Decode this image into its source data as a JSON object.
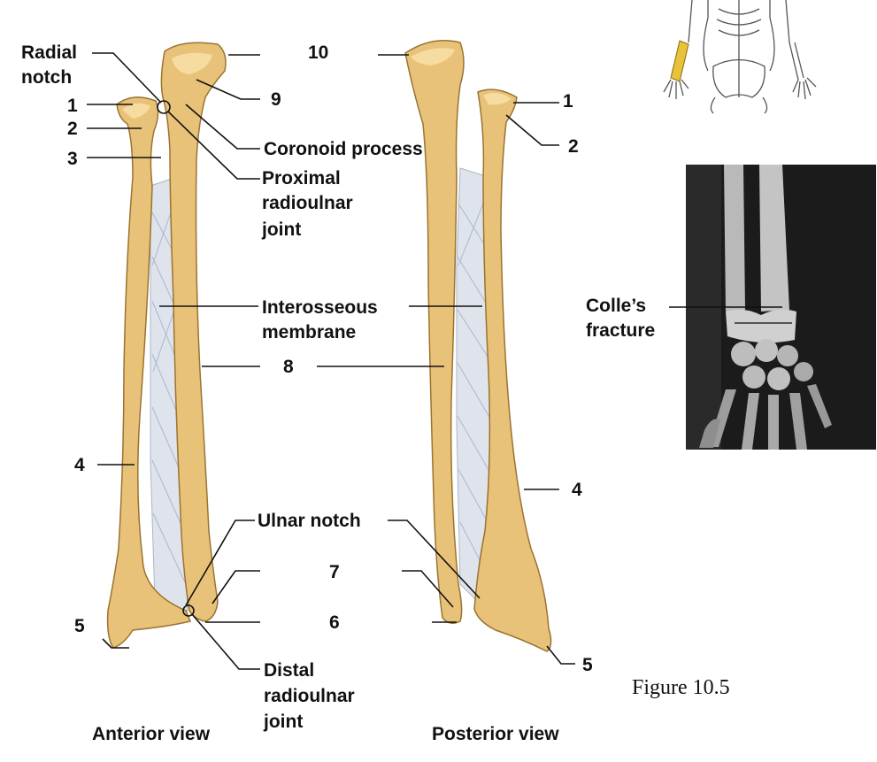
{
  "caption": "Figure 10.5",
  "views": {
    "anterior": "Anterior view",
    "posterior": "Posterior view"
  },
  "labels": {
    "radial_notch_1": "Radial",
    "radial_notch_2": "notch",
    "coronoid": "Coronoid process",
    "proximal_1": "Proximal",
    "proximal_2": "radioulnar",
    "proximal_3": "joint",
    "interosseous_1": "Interosseous",
    "interosseous_2": "membrane",
    "ulnar_notch": "Ulnar notch",
    "distal_1": "Distal",
    "distal_2": "radioulnar",
    "distal_3": "joint",
    "colles_1": "Colle’s",
    "colles_2": "fracture"
  },
  "numbers": {
    "n1_left": "1",
    "n2_left": "2",
    "n3_left": "3",
    "n4_left": "4",
    "n5_left": "5",
    "n10": "10",
    "n9": "9",
    "n8": "8",
    "n7": "7",
    "n6": "6",
    "n1_right": "1",
    "n2_right": "2",
    "n4_right": "4",
    "n5_right": "5"
  },
  "colors": {
    "bone": "#e9c27a",
    "membrane": "#dfe4ec",
    "highlight": "#e8c23a",
    "xray_bg": "#1b1b1b"
  }
}
